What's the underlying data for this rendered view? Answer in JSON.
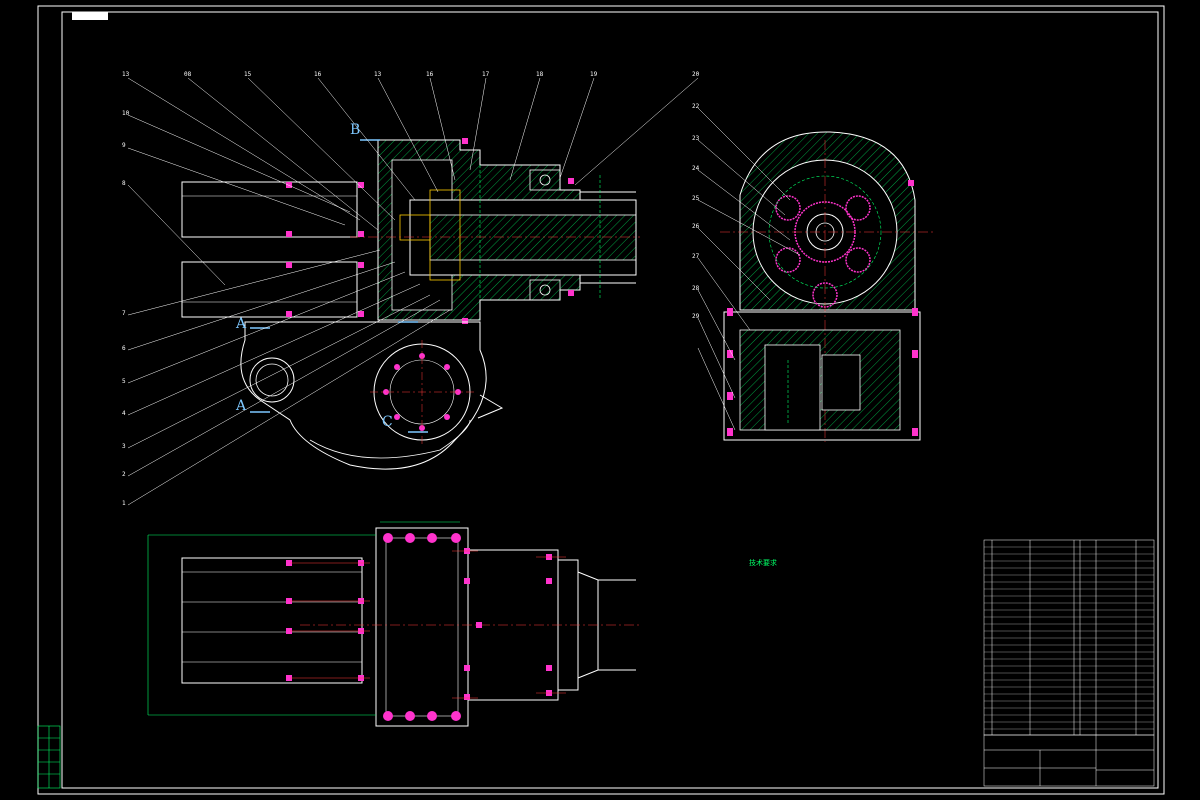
{
  "drawing": {
    "corner_tag": "",
    "view_letters": [
      "B",
      "A",
      "A",
      "C"
    ],
    "balloon_numbers_top": [
      "13",
      "08",
      "15",
      "16",
      "13",
      "16",
      "17",
      "18",
      "19",
      "20"
    ],
    "balloon_numbers_left": [
      "10",
      "9",
      "8",
      "7",
      "6",
      "5",
      "4",
      "3",
      "2",
      "1"
    ],
    "balloon_numbers_right": [
      "22",
      "23",
      "24",
      "25",
      "26",
      "27",
      "28",
      "29"
    ]
  },
  "technical_requirements": {
    "title": "技术要求",
    "lines": [
      "",
      "",
      "",
      "",
      "",
      ""
    ]
  },
  "title_block": {
    "name": "",
    "code": ""
  },
  "colors": {
    "background": "#000000",
    "frame": "#ffffff",
    "outline": "#ffffff",
    "hidden": "#00ff66",
    "center": "#ff3b3b",
    "hatch": "#00c850",
    "fastener": "#ff33cc",
    "dimension": "#00ff66",
    "view_marker": "#7ec8ff"
  }
}
